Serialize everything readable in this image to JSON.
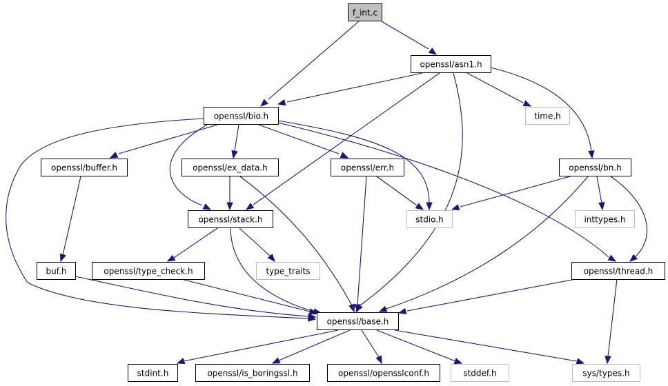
{
  "diagram": {
    "title": "f_int.c include dependency graph",
    "colors": {
      "edge": "#191970",
      "root_fill": "#bfbfbf",
      "node_border": "#000000",
      "external_border": "#bfbfbf"
    },
    "nodes": [
      {
        "id": "f_int_c",
        "label": "f_int.c",
        "kind": "root"
      },
      {
        "id": "asn1_h",
        "label": "openssl/asn1.h",
        "kind": "internal"
      },
      {
        "id": "bio_h",
        "label": "openssl/bio.h",
        "kind": "internal"
      },
      {
        "id": "time_h",
        "label": "time.h",
        "kind": "external"
      },
      {
        "id": "buffer_h",
        "label": "openssl/buffer.h",
        "kind": "internal"
      },
      {
        "id": "ex_data_h",
        "label": "openssl/ex_data.h",
        "kind": "internal"
      },
      {
        "id": "err_h",
        "label": "openssl/err.h",
        "kind": "internal"
      },
      {
        "id": "bn_h",
        "label": "openssl/bn.h",
        "kind": "internal"
      },
      {
        "id": "stdio_h",
        "label": "stdio.h",
        "kind": "external"
      },
      {
        "id": "inttypes_h",
        "label": "inttypes.h",
        "kind": "external"
      },
      {
        "id": "stack_h",
        "label": "openssl/stack.h",
        "kind": "internal"
      },
      {
        "id": "buf_h",
        "label": "buf.h",
        "kind": "internal"
      },
      {
        "id": "type_check_h",
        "label": "openssl/type_check.h",
        "kind": "internal"
      },
      {
        "id": "type_traits",
        "label": "type_traits",
        "kind": "external"
      },
      {
        "id": "thread_h",
        "label": "openssl/thread.h",
        "kind": "internal"
      },
      {
        "id": "base_h",
        "label": "openssl/base.h",
        "kind": "internal"
      },
      {
        "id": "stdint_h",
        "label": "stdint.h",
        "kind": "internal"
      },
      {
        "id": "is_boringssl_h",
        "label": "openssl/is_boringssl.h",
        "kind": "internal"
      },
      {
        "id": "opensslconf_h",
        "label": "openssl/opensslconf.h",
        "kind": "internal"
      },
      {
        "id": "stddef_h",
        "label": "stddef.h",
        "kind": "external"
      },
      {
        "id": "sys_types_h",
        "label": "sys/types.h",
        "kind": "external"
      }
    ],
    "edges": [
      {
        "from": "f_int_c",
        "to": "bio_h"
      },
      {
        "from": "f_int_c",
        "to": "asn1_h"
      },
      {
        "from": "asn1_h",
        "to": "bio_h"
      },
      {
        "from": "asn1_h",
        "to": "stack_h"
      },
      {
        "from": "asn1_h",
        "to": "base_h"
      },
      {
        "from": "asn1_h",
        "to": "time_h"
      },
      {
        "from": "asn1_h",
        "to": "bn_h"
      },
      {
        "from": "bio_h",
        "to": "buffer_h"
      },
      {
        "from": "bio_h",
        "to": "ex_data_h"
      },
      {
        "from": "bio_h",
        "to": "err_h"
      },
      {
        "from": "bio_h",
        "to": "stack_h"
      },
      {
        "from": "bio_h",
        "to": "stdio_h"
      },
      {
        "from": "bio_h",
        "to": "thread_h"
      },
      {
        "from": "bio_h",
        "to": "base_h"
      },
      {
        "from": "buffer_h",
        "to": "buf_h"
      },
      {
        "from": "ex_data_h",
        "to": "stack_h"
      },
      {
        "from": "ex_data_h",
        "to": "base_h"
      },
      {
        "from": "err_h",
        "to": "stdio_h"
      },
      {
        "from": "err_h",
        "to": "base_h"
      },
      {
        "from": "bn_h",
        "to": "stdio_h"
      },
      {
        "from": "bn_h",
        "to": "inttypes_h"
      },
      {
        "from": "bn_h",
        "to": "thread_h"
      },
      {
        "from": "bn_h",
        "to": "base_h"
      },
      {
        "from": "stack_h",
        "to": "type_check_h"
      },
      {
        "from": "stack_h",
        "to": "type_traits"
      },
      {
        "from": "stack_h",
        "to": "base_h"
      },
      {
        "from": "buf_h",
        "to": "base_h"
      },
      {
        "from": "type_check_h",
        "to": "base_h"
      },
      {
        "from": "thread_h",
        "to": "base_h"
      },
      {
        "from": "thread_h",
        "to": "sys_types_h"
      },
      {
        "from": "base_h",
        "to": "stdint_h"
      },
      {
        "from": "base_h",
        "to": "is_boringssl_h"
      },
      {
        "from": "base_h",
        "to": "opensslconf_h"
      },
      {
        "from": "base_h",
        "to": "stddef_h"
      },
      {
        "from": "base_h",
        "to": "sys_types_h"
      }
    ]
  }
}
